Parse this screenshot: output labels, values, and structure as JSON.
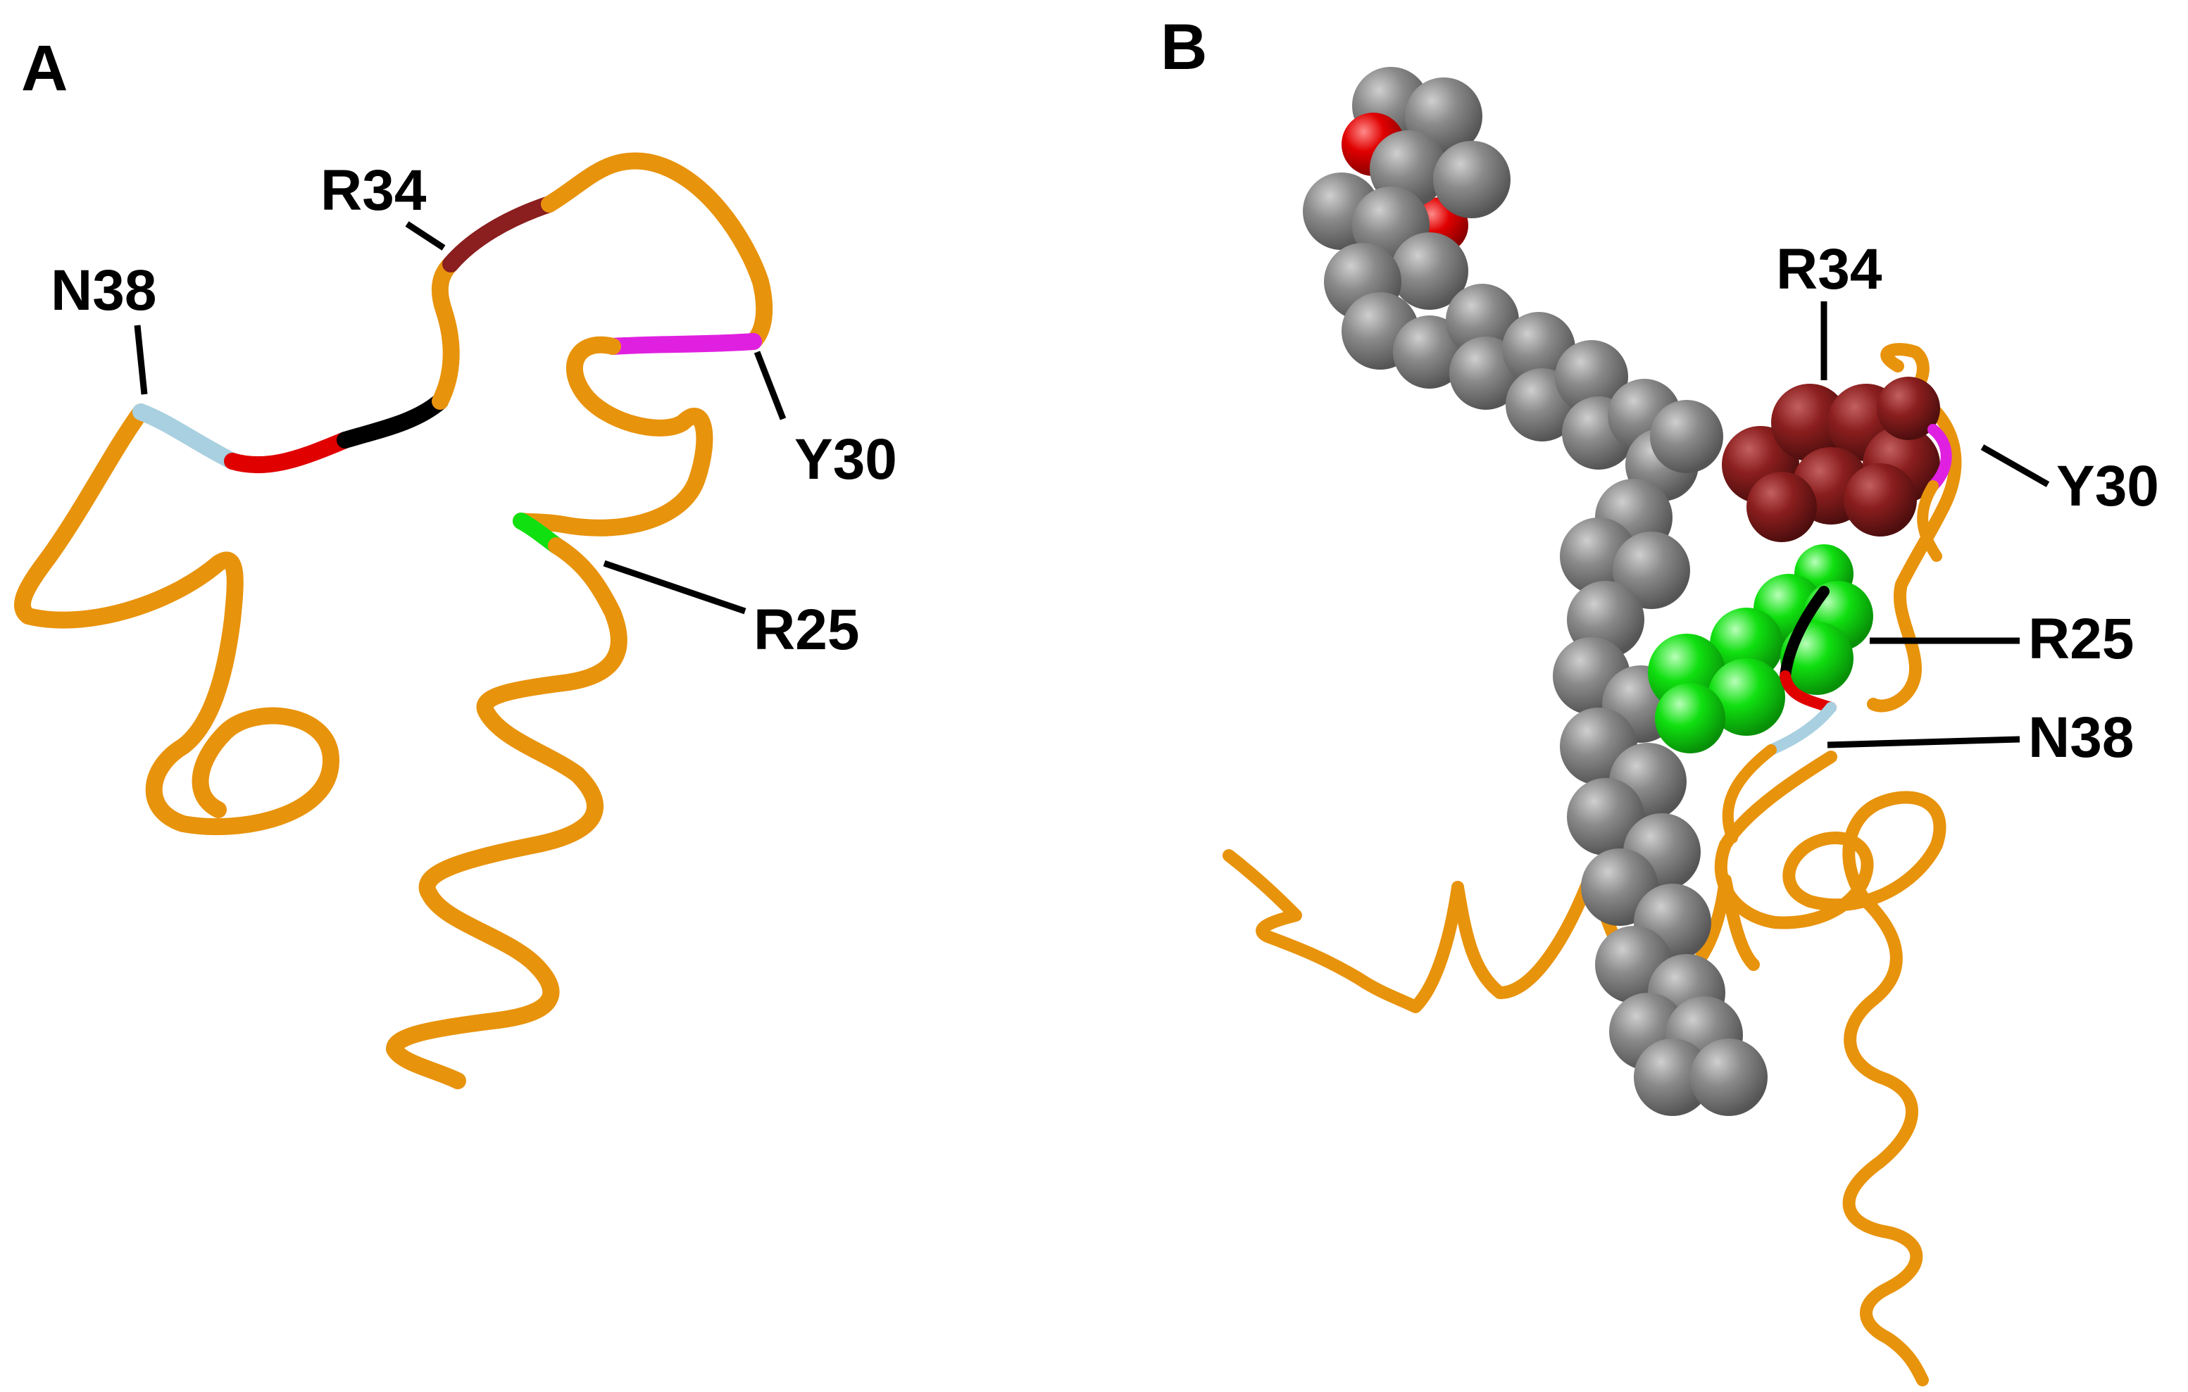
{
  "panels": [
    {
      "letter": "A",
      "labels": {
        "n38": "N38",
        "r34": "R34",
        "y30": "Y30",
        "r25": "R25"
      }
    },
    {
      "letter": "B",
      "labels": {
        "r34": "R34",
        "y30": "Y30",
        "r25": "R25",
        "n38": "N38"
      }
    }
  ],
  "colors": {
    "backbone": "#E8930C",
    "backbone_shade": "#B8700A",
    "n38": "#A8D0E0",
    "red_segment": "#E00000",
    "black_segment": "#000000",
    "r34": "#8B1E1E",
    "y30": "#E020E0",
    "r25": "#10E010",
    "lipid_carbon": "#7A7A7A",
    "lipid_oxygen": "#D81010"
  }
}
